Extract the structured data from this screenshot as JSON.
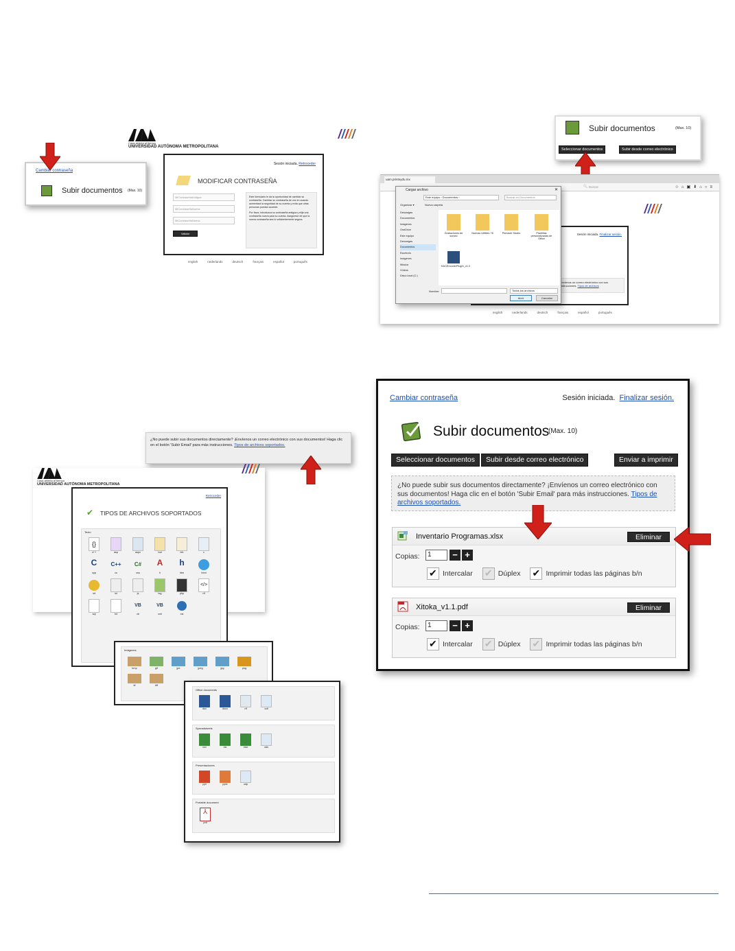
{
  "colors": {
    "accent_red": "#d0201a",
    "dark_button": "#2b2b2b",
    "link": "#1a4fb5"
  },
  "shot1": {
    "logo_line1": "Casa abierta al tiempo",
    "logo_line2": "UNIVERSIDAD AUTÓNOMA METROPOLITANA",
    "cambiar_link": "Cambiar contraseña",
    "subir_title": "Subir documentos",
    "subir_max": "(Max. 10)",
    "sesion": "Sesión iniciada.",
    "retroceder": "Retroceder",
    "modificar_title": "MODIFICAR CONTRASEÑA",
    "field1": "MiContraseñaAntigua",
    "field2": "MiContraseñaNueva",
    "field3": "MiContraseñaNueva",
    "validar": "Validar",
    "help1": "Este formulario le da la oportunidad de cambiar su contraseña. Cambiar su contraseña de vez en cuando aumentará la seguridad de su cuenta y evita que otras personas puedan acceder.",
    "help2": "Por favor, introduzca su contraseña antigua y elija una contraseña nueva para su cuenta. Asegúrese de que la nueva contraseña sea lo suficientemente segura.",
    "langs": [
      "english",
      "nederlands",
      "deutsch",
      "français",
      "español",
      "português"
    ]
  },
  "shot2": {
    "subir_title": "Subir documentos",
    "subir_max": "(Max. 10)",
    "btn_select": "Seleccionar documentos",
    "btn_email": "Subir desde correo electrónico",
    "tab": "uam.printnydu.mx",
    "search_placeholder": "Buscar",
    "dialog_title": "Cargar archivo",
    "path": "Este equipo › Documentos ›",
    "search_docs": "Buscar en Documentos",
    "organizar": "Organizar ▾",
    "nueva_carpeta": "Nueva carpeta",
    "sidebar": [
      "Descargas",
      "Documentos",
      "Imágenes",
      "OneDrive",
      "Este equipo",
      "Descargas",
      "Documentos",
      "Escritorio",
      "Imágenes",
      "Música",
      "Vídeos",
      "Disco local (C:)"
    ],
    "folders": [
      "Grabaciones de sonido",
      "Nuevas Utilities ?6",
      "Pinnacle Studio",
      "Plantillas personalizadas de Office",
      "KACEncoderPlugIn_v1.0"
    ],
    "nombre_label": "Nombre:",
    "filter": "Todos los archivos",
    "abrir": "Abrir",
    "cancelar": "Cancelar",
    "sesion": "Sesión iniciada.",
    "finalizar": "Finalizar sesión.",
    "bg_text": "Envíenos un correo electrónico con sus instrucciones.",
    "tipos": "Tipos de archivos",
    "langs": [
      "english",
      "nederlands",
      "deutsch",
      "français",
      "español",
      "português"
    ]
  },
  "shot3": {
    "notice": "¿No puede subir sus documentos directamente? ¡Envíenos un correo electrónico con sus documentos! Haga clic en el botón 'Subir Email' para más instrucciones.",
    "notice_link": "Tipos de archivos soportados.",
    "logo_line1": "Casa abierta al tiempo",
    "logo_line2": "UNIVERSIDAD AUTÓNOMA METROPOLITANA",
    "retroceder": "Retroceder",
    "tipos_title": "TIPOS DE ARCHIVOS SOPORTADOS",
    "texto_label": "Texto",
    "text_exts": [
      "c++",
      "asp",
      "aspx",
      "bat",
      "bin",
      "c",
      "cpp",
      "cs",
      "css",
      "h",
      "htm",
      "html",
      "inf",
      "ini",
      "js",
      "log",
      "php",
      "rtf",
      "sql",
      "txt",
      "vb",
      "xml",
      "xsl"
    ],
    "imagenes_label": "Imágenes",
    "image_exts": [
      "bmp",
      "gif",
      "jpe",
      "jpeg",
      "jpg",
      "png",
      "tif",
      "tiff"
    ],
    "office_label": "Office documents",
    "office_exts": [
      "doc",
      "docx",
      "rtf",
      "odt"
    ],
    "spread_label": "Spreadsheets",
    "spread_exts": [
      "csv",
      "xls",
      "xlsx",
      "ods"
    ],
    "pres_label": "Presentaciones",
    "pres_exts": [
      "ppt",
      "pptx",
      "odp"
    ],
    "pdf_label": "Portable document",
    "pdf_exts": [
      "pdf"
    ]
  },
  "main": {
    "cambiar": "Cambiar contraseña",
    "sesion": "Sesión iniciada.",
    "finalizar": "Finalizar sesión.",
    "title": "Subir documentos",
    "max": "(Max. 10)",
    "btn_select": "Seleccionar documentos",
    "btn_email": "Subir desde correo electrónico",
    "btn_print": "Enviar a imprimir",
    "notice": "¿No puede subir sus documentos directamente? ¡Envíenos un correo electrónico con sus documentos! Haga clic en el botón 'Subir Email' para más instrucciones.",
    "notice_link": "Tipos de archivos soportados.",
    "documents": [
      {
        "name": "Inventario Programas.xlsx",
        "icon": "excel-icon",
        "eliminar": "Eliminar",
        "copias_label": "Copias:",
        "copias": "1",
        "intercalar": "Intercalar",
        "duplex": "Dúplex",
        "bn": "Imprimir todas las páginas b/n"
      },
      {
        "name": "Xitoka_v1.1.pdf",
        "icon": "pdf-icon",
        "eliminar": "Eliminar",
        "copias_label": "Copias:",
        "copias": "1",
        "intercalar": "Intercalar",
        "duplex": "Dúplex",
        "bn": "Imprimir todas las páginas b/n"
      }
    ]
  }
}
